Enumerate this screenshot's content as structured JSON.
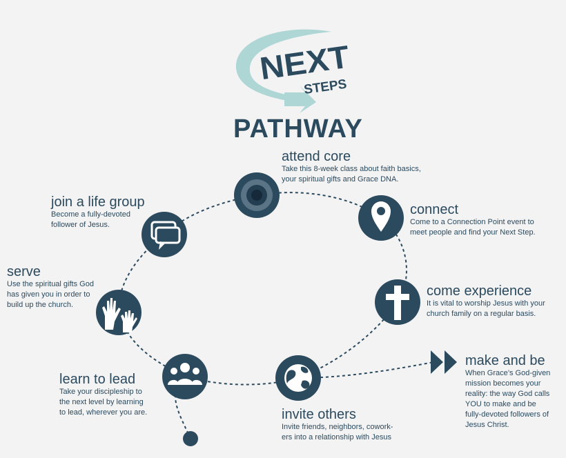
{
  "logo": {
    "next": "NEXT",
    "steps": "STEPS",
    "pathway": "PATHWAY"
  },
  "colors": {
    "dark": "#2b4a5e",
    "teal": "#aed6d5",
    "background": "#f3f3f3"
  },
  "steps": {
    "attend_core": {
      "title": "attend core",
      "desc": "Take this 8-week class about faith basics,\nyour spiritual gifts and Grace DNA.",
      "icon": "target-icon"
    },
    "connect": {
      "title": "connect",
      "desc": "Come to a Connection Point event to\nmeet people and find your Next Step.",
      "icon": "map-pin-icon"
    },
    "come_experience": {
      "title": "come experience",
      "desc": "It is vital to worship Jesus with your\nchurch family on a regular basis.",
      "icon": "cross-icon"
    },
    "make_and_be": {
      "title": "make and be",
      "desc": "When Grace’s God-given\nmission becomes your\nreality: the way God calls\nYOU to make and be\nfully-devoted followers of\nJesus Christ.",
      "icon": "fast-forward-icon"
    },
    "invite_others": {
      "title": "invite others",
      "desc": "Invite friends, neighbors, cowork-\ners into a relationship with Jesus",
      "icon": "globe-icon"
    },
    "learn_to_lead": {
      "title": "learn to lead",
      "desc": "Take your discipleship to\nthe next level by learning\nto lead, wherever you are.",
      "icon": "group-icon"
    },
    "serve": {
      "title": "serve",
      "desc": "Use the spiritual gifts God\nhas given you in order to\nbuild up the church.",
      "icon": "raised-hands-icon"
    },
    "join_life_group": {
      "title": "join a life group",
      "desc": "Become a fully-devoted\nfollower of Jesus.",
      "icon": "chat-bubbles-icon"
    }
  }
}
